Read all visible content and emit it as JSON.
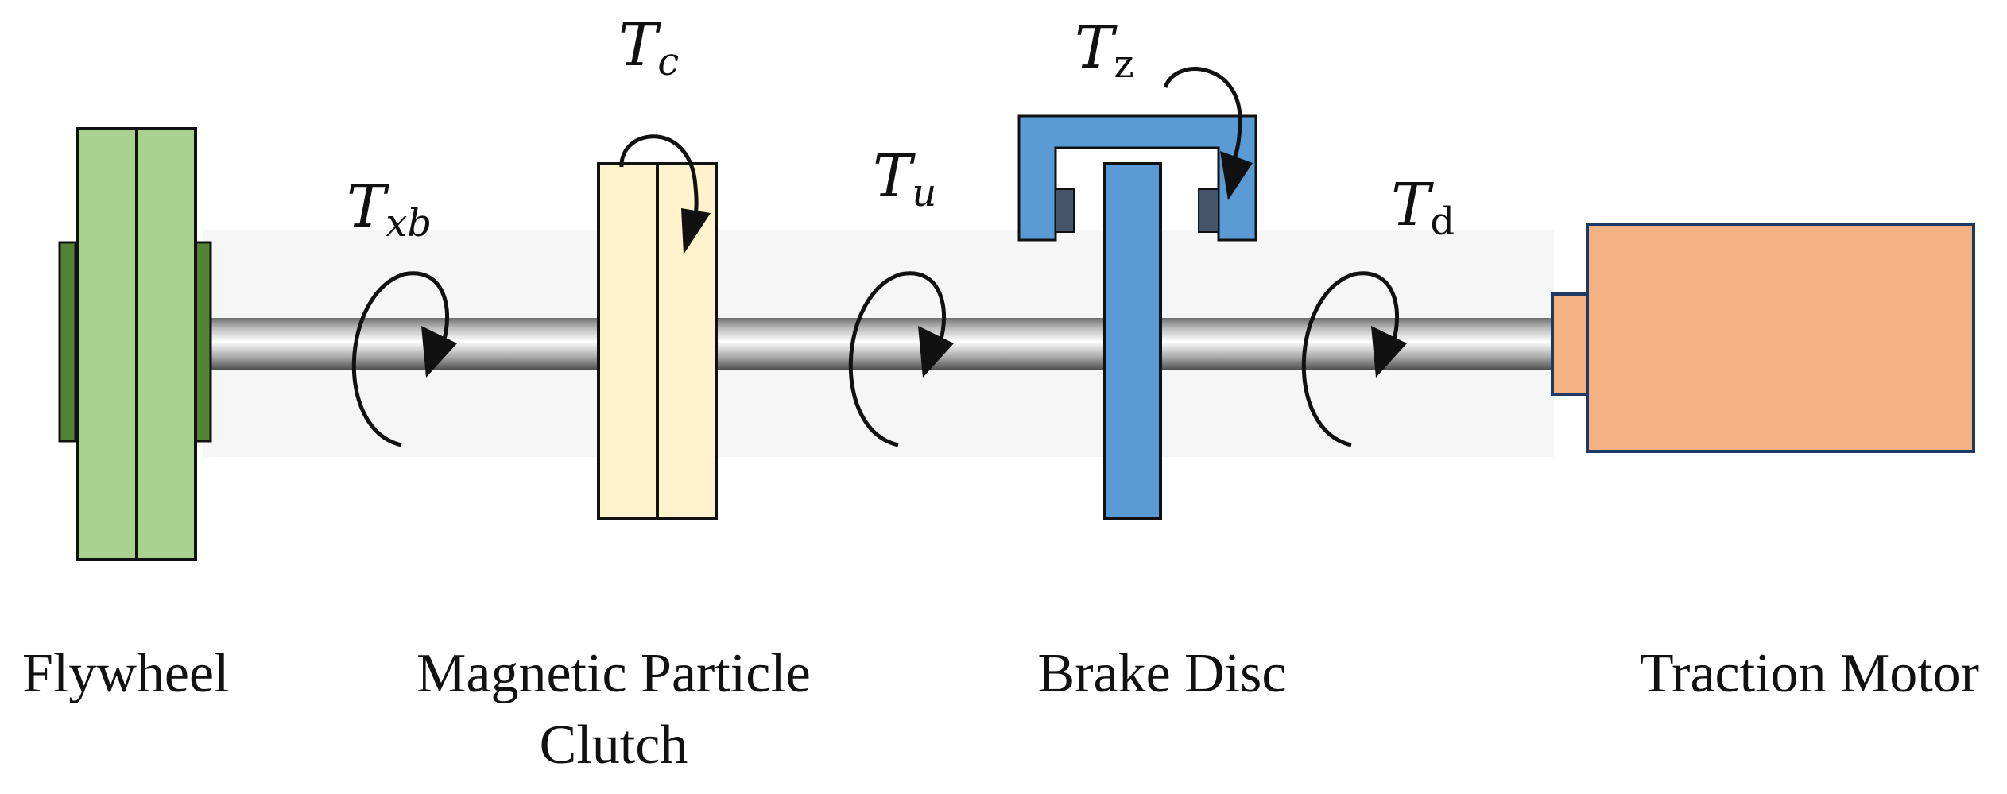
{
  "torques": {
    "xb": {
      "base": "T",
      "sub": "xb"
    },
    "c": {
      "base": "T",
      "sub": "c"
    },
    "u": {
      "base": "T",
      "sub": "u"
    },
    "z": {
      "base": "T",
      "sub": "z"
    },
    "d": {
      "base": "T",
      "sub": "d"
    }
  },
  "components": {
    "flywheel": "Flywheel",
    "clutch_line1": "Magnetic Particle",
    "clutch_line2": "Clutch",
    "brake_disc": "Brake Disc",
    "traction_motor": "Traction Motor"
  },
  "colors": {
    "flywheel_fill": "#a9d18e",
    "flywheel_hub": "#548235",
    "clutch_fill": "#fff2cc",
    "brake_fill": "#5b9bd5",
    "brake_pad": "#44546a",
    "motor_fill": "#f4b183",
    "motor_border": "#203864",
    "outline": "#111111"
  }
}
